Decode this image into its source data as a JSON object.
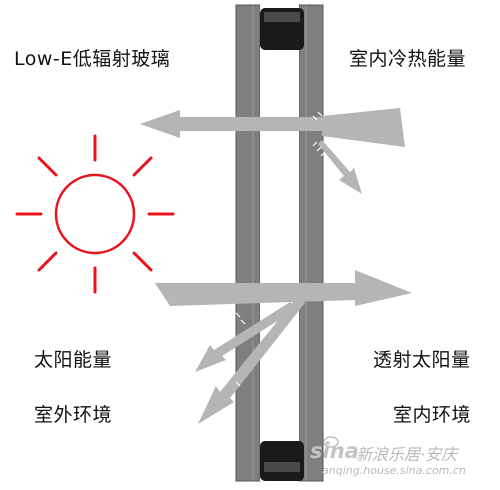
{
  "labels": {
    "glass_title": "Low-E低辐射玻璃",
    "indoor_heat": "室内冷热能量",
    "solar_energy": "太阳能量",
    "outdoor": "室外环境",
    "transmitted_solar": "透射太阳量",
    "indoor": "室内环境"
  },
  "watermark": {
    "brand": "sina",
    "text": "新浪乐居·安庆",
    "url": "anqing.house.sina.com.cn"
  },
  "colors": {
    "sun": "#e8141c",
    "frame_fill": "#7f7f7f",
    "frame_edge": "#5a5a5a",
    "gap": "#ffffff",
    "arrow": "#b5b5b5",
    "spacer": "#1a1a1a"
  }
}
